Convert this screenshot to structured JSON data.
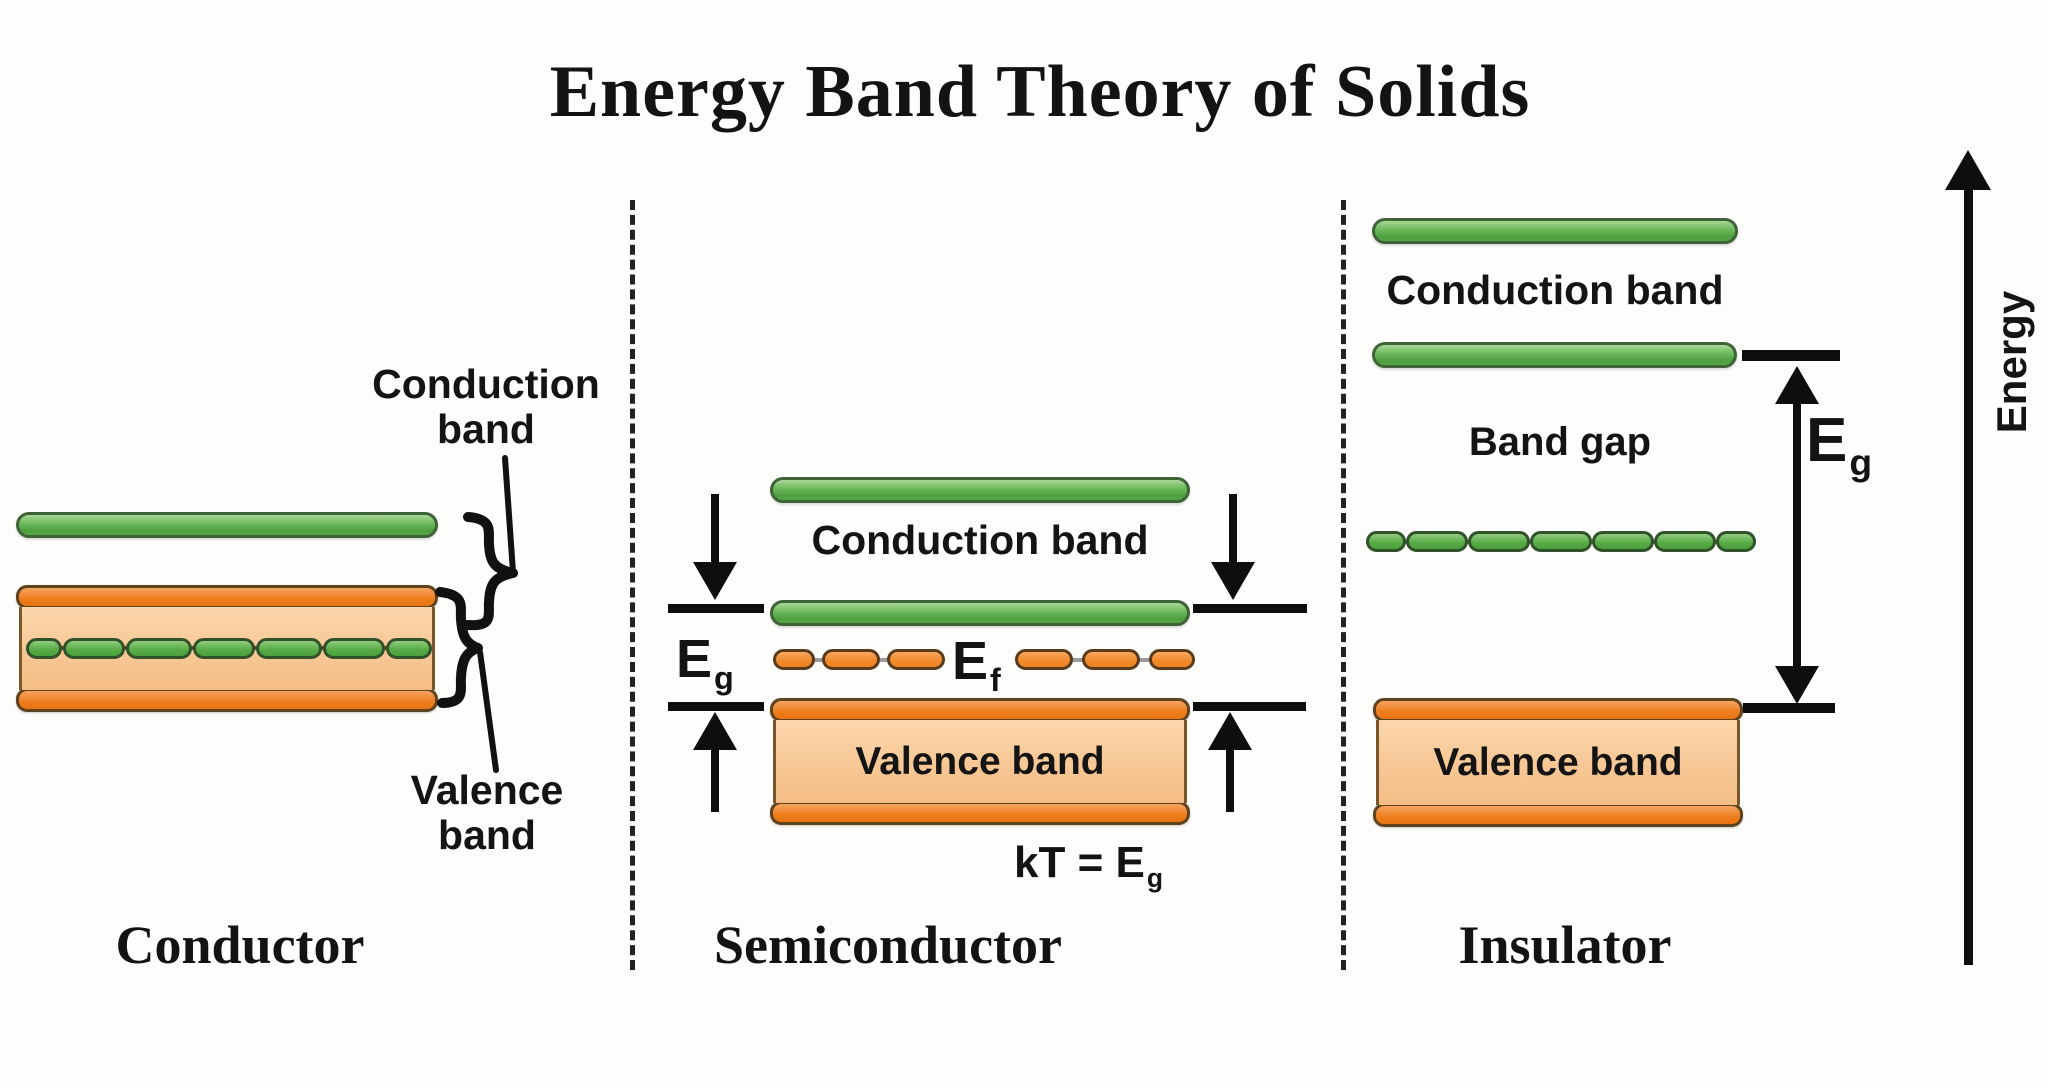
{
  "title": "Energy Band Theory of Solids",
  "energy_axis": {
    "label": "Energy"
  },
  "colors": {
    "green_band": "#56a847",
    "orange_band": "#ee7e1e",
    "orange_light": "#f7c795",
    "ink": "#141414"
  },
  "conductor": {
    "title": "Conductor",
    "conduction_line1": "Conduction",
    "conduction_line2": "band",
    "valence_line1": "Valence",
    "valence_line2": "band"
  },
  "semiconductor": {
    "title": "Semiconductor",
    "conduction_label": "Conduction band",
    "valence_label": "Valence band",
    "eg_main": "E",
    "eg_sub": "g",
    "ef_main": "E",
    "ef_sub": "f",
    "kt_main": "kT = E",
    "kt_sub": "g"
  },
  "insulator": {
    "title": "Insulator",
    "conduction_label": "Conduction band",
    "band_gap_label": "Band gap",
    "valence_label": "Valence band",
    "eg_main": "E",
    "eg_sub": "g"
  }
}
